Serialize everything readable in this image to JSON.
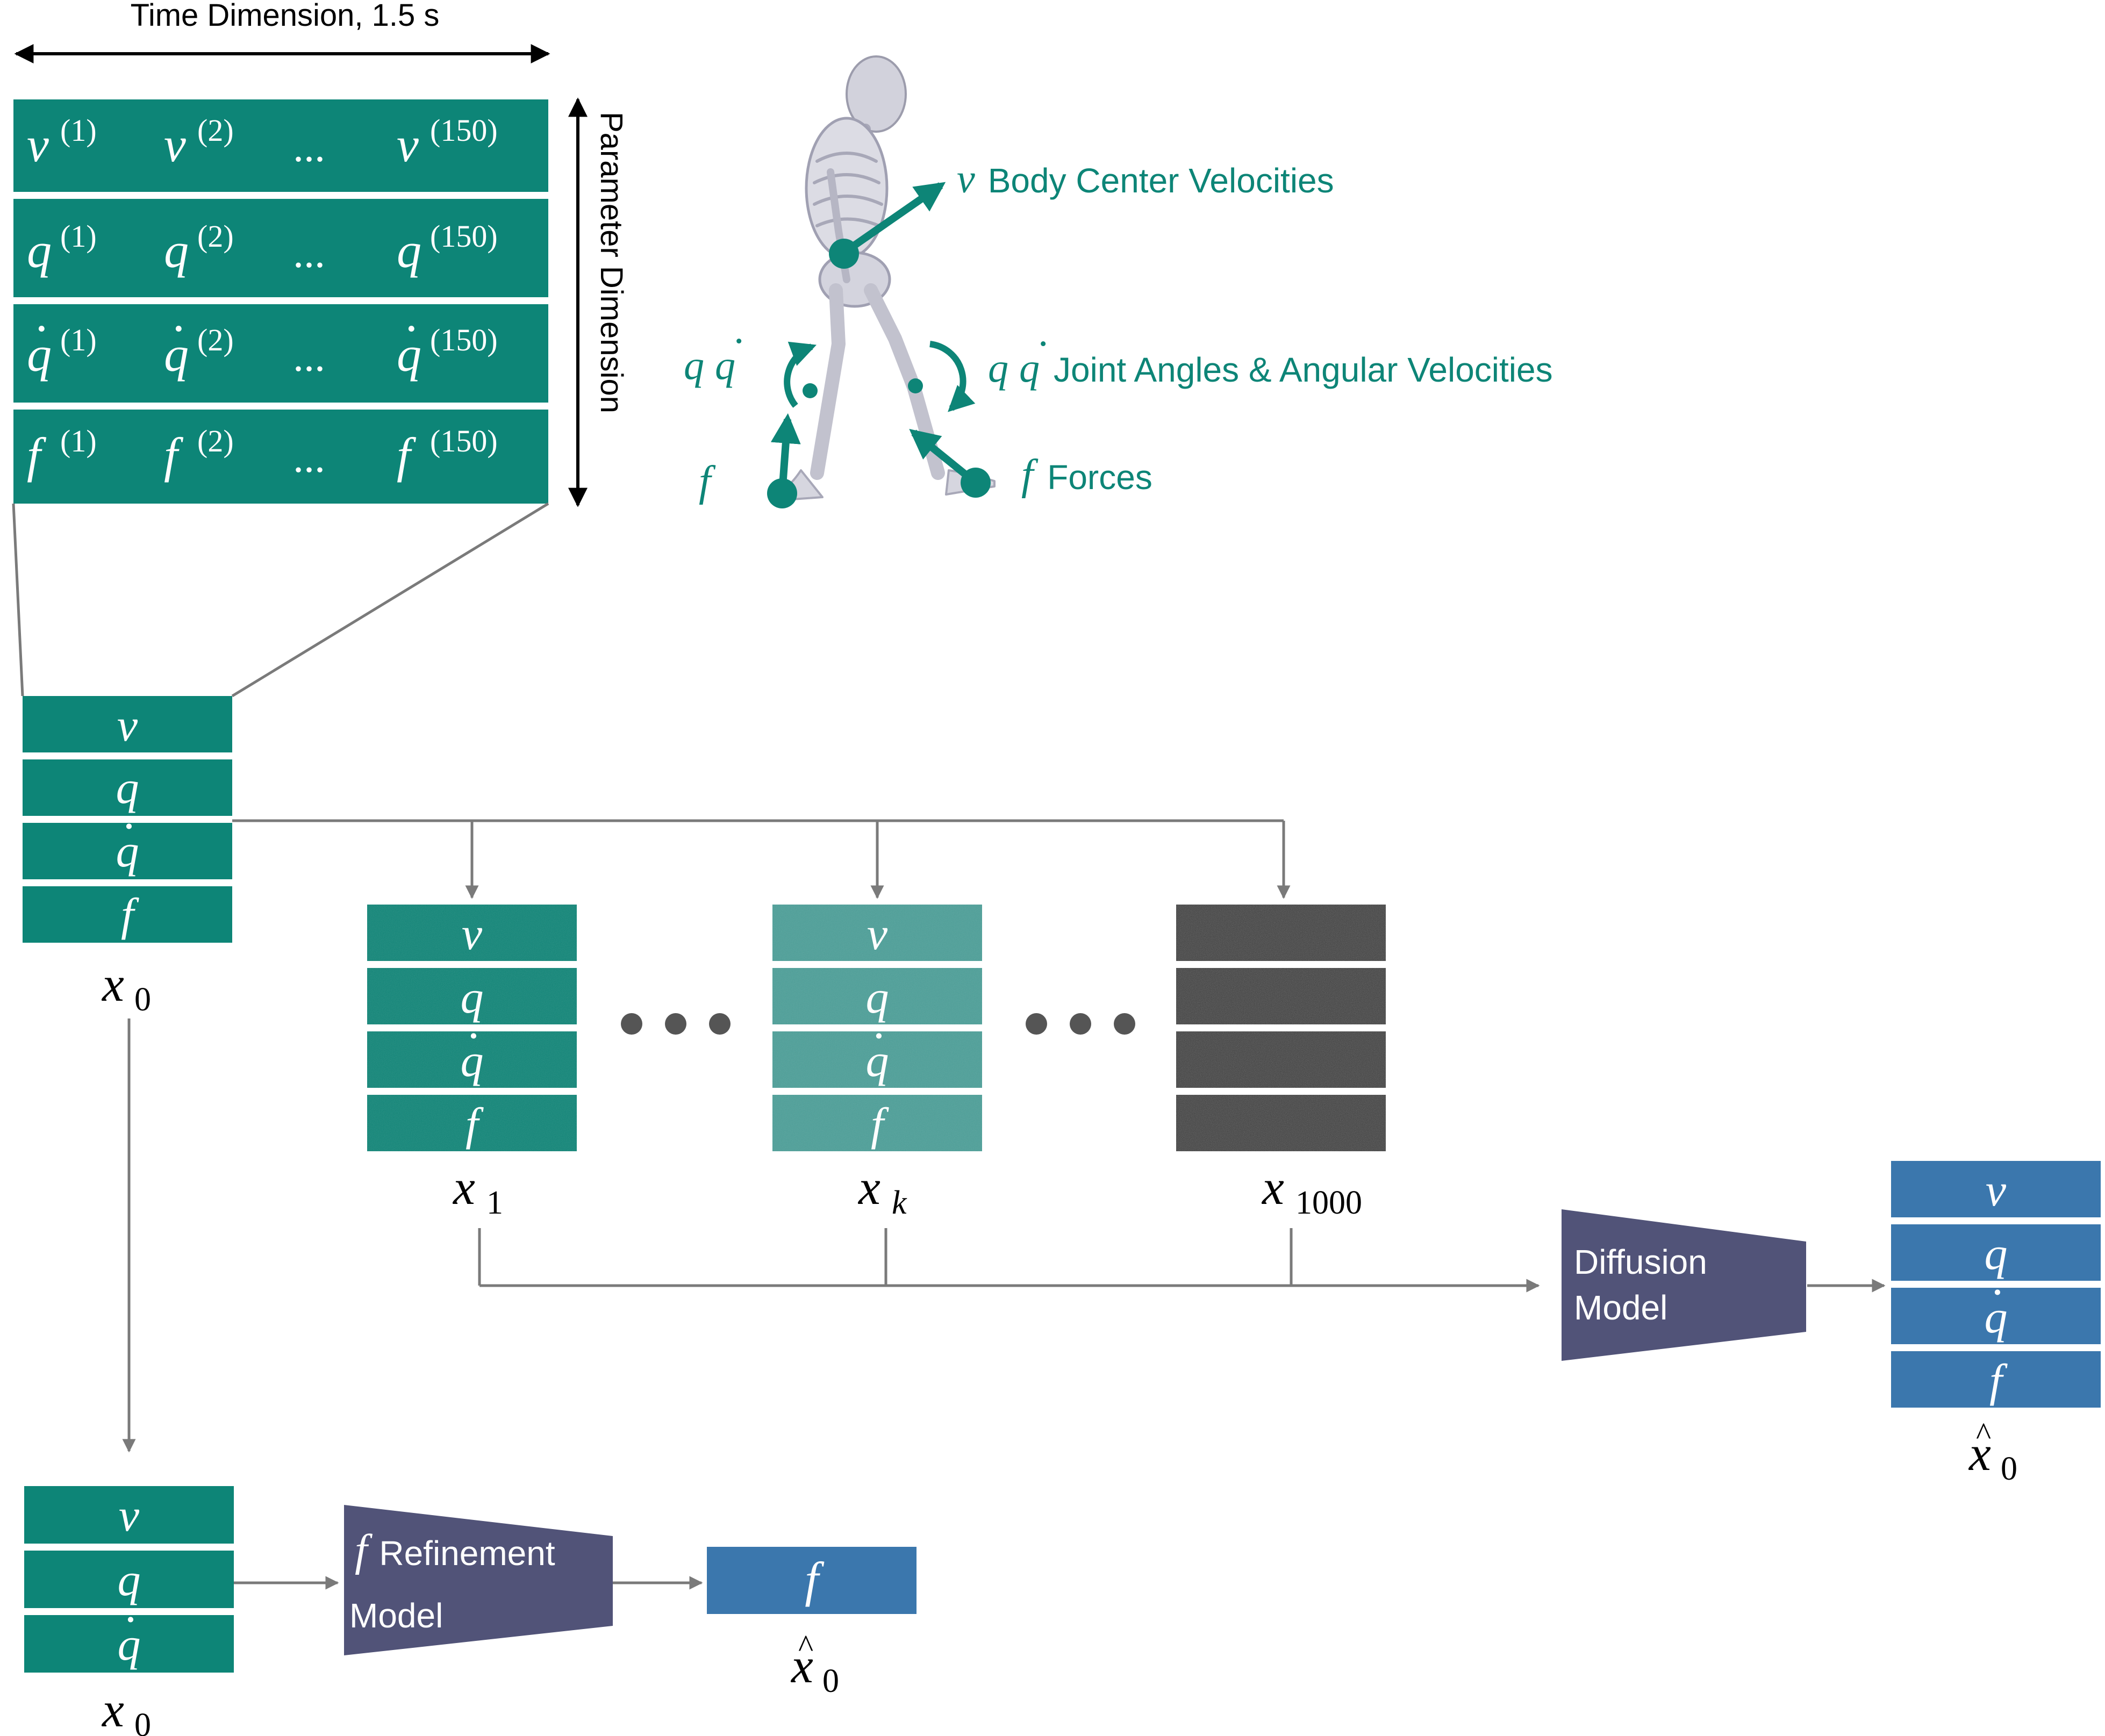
{
  "colors": {
    "teal": "#0d8577",
    "teal_noisy": "#4a9f98",
    "noise": "#3d3d3d",
    "blue": "#3b77ad",
    "model": "#515378",
    "line": "#7a7a7a",
    "dots": "#555555",
    "label_teal": "#0d8577"
  },
  "top": {
    "time_label": "Time Dimension, 1.5 s",
    "param_label": "Parameter Dimension",
    "matrix_rows": [
      {
        "sym": "v",
        "dot": "",
        "sup1": "(1)",
        "sup2": "(2)",
        "ellipsis": "...",
        "sup3": "(150)"
      },
      {
        "sym": "q",
        "dot": "",
        "sup1": "(1)",
        "sup2": "(2)",
        "ellipsis": "...",
        "sup3": "(150)"
      },
      {
        "sym": "q",
        "dot": "·",
        "sup1": "(1)",
        "sup2": "(2)",
        "ellipsis": "...",
        "sup3": "(150)"
      },
      {
        "sym": "f",
        "dot": "",
        "sup1": "(1)",
        "sup2": "(2)",
        "ellipsis": "...",
        "sup3": "(150)"
      }
    ]
  },
  "skeleton": {
    "v_sym": "v",
    "v_text": "Body Center Velocities",
    "q_sym": "q",
    "qdot_sym": "q",
    "qdot_dot": "·",
    "joint_text": "Joint Angles & Angular Velocities",
    "f_sym": "f",
    "f_text": "Forces"
  },
  "x0_stack": {
    "rows": [
      "v",
      "q",
      "q",
      "f"
    ],
    "dots": [
      "",
      "",
      "·",
      ""
    ],
    "label": "x",
    "sub": "0"
  },
  "noisy": [
    {
      "rows": [
        "v",
        "q",
        "q",
        "f"
      ],
      "label": "x",
      "sub": "1"
    },
    {
      "rows": [
        "v",
        "q",
        "q",
        "f"
      ],
      "label": "x",
      "sub": "k"
    },
    {
      "rows": [
        "",
        "",
        "",
        ""
      ],
      "label": "x",
      "sub": "1000"
    }
  ],
  "ellipsis_dots": "•••",
  "diffusion_model": {
    "line1": "Diffusion",
    "line2": "Model"
  },
  "output_stack": {
    "rows": [
      "v",
      "q",
      "q",
      "f"
    ],
    "label": "x",
    "hat": "^",
    "sub": "0"
  },
  "bottom": {
    "input_rows": [
      "v",
      "q",
      "q"
    ],
    "input_label": "x",
    "input_sub": "0",
    "refine_sym": "f",
    "refine_line1": "Refinement",
    "refine_line2": "Model",
    "out_row": "f",
    "out_label": "x",
    "out_hat": "^",
    "out_sub": "0"
  }
}
